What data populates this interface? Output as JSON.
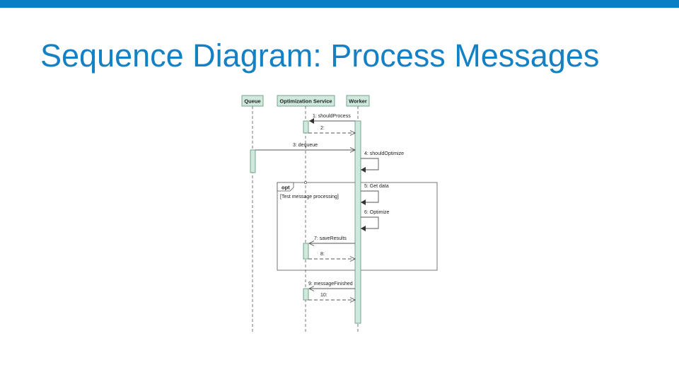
{
  "colors": {
    "accent": "#0a7fc4",
    "title": "#1481c4",
    "lifeline_fill": "#cfe9dd",
    "lifeline_stroke": "#5c8f78",
    "line": "#555555",
    "text": "#222222"
  },
  "slide": {
    "title": "Sequence Diagram: Process Messages"
  },
  "diagram": {
    "participants": [
      {
        "id": "queue",
        "label": "Queue"
      },
      {
        "id": "opt",
        "label": "Optimization Service"
      },
      {
        "id": "worker",
        "label": "Worker"
      }
    ],
    "fragment": {
      "operator": "opt",
      "guard": "[Test message processing]"
    },
    "messages": [
      {
        "label": "1: shouldProcess",
        "from": "worker",
        "to": "opt",
        "kind": "sync"
      },
      {
        "label": "2:",
        "from": "opt",
        "to": "worker",
        "kind": "reply"
      },
      {
        "label": "3: dequeue",
        "from": "queue",
        "to": "worker",
        "kind": "async"
      },
      {
        "label": "4: shouldOptimize",
        "from": "worker",
        "to": "worker",
        "kind": "self"
      },
      {
        "label": "5: Get data",
        "from": "worker",
        "to": "worker",
        "kind": "self"
      },
      {
        "label": "6: Optimize",
        "from": "worker",
        "to": "worker",
        "kind": "self"
      },
      {
        "label": "7: saveResults",
        "from": "worker",
        "to": "opt",
        "kind": "async"
      },
      {
        "label": "8:",
        "from": "opt",
        "to": "worker",
        "kind": "reply"
      },
      {
        "label": "9: messageFinished",
        "from": "worker",
        "to": "opt",
        "kind": "async"
      },
      {
        "label": "10:",
        "from": "opt",
        "to": "worker",
        "kind": "reply"
      }
    ]
  }
}
